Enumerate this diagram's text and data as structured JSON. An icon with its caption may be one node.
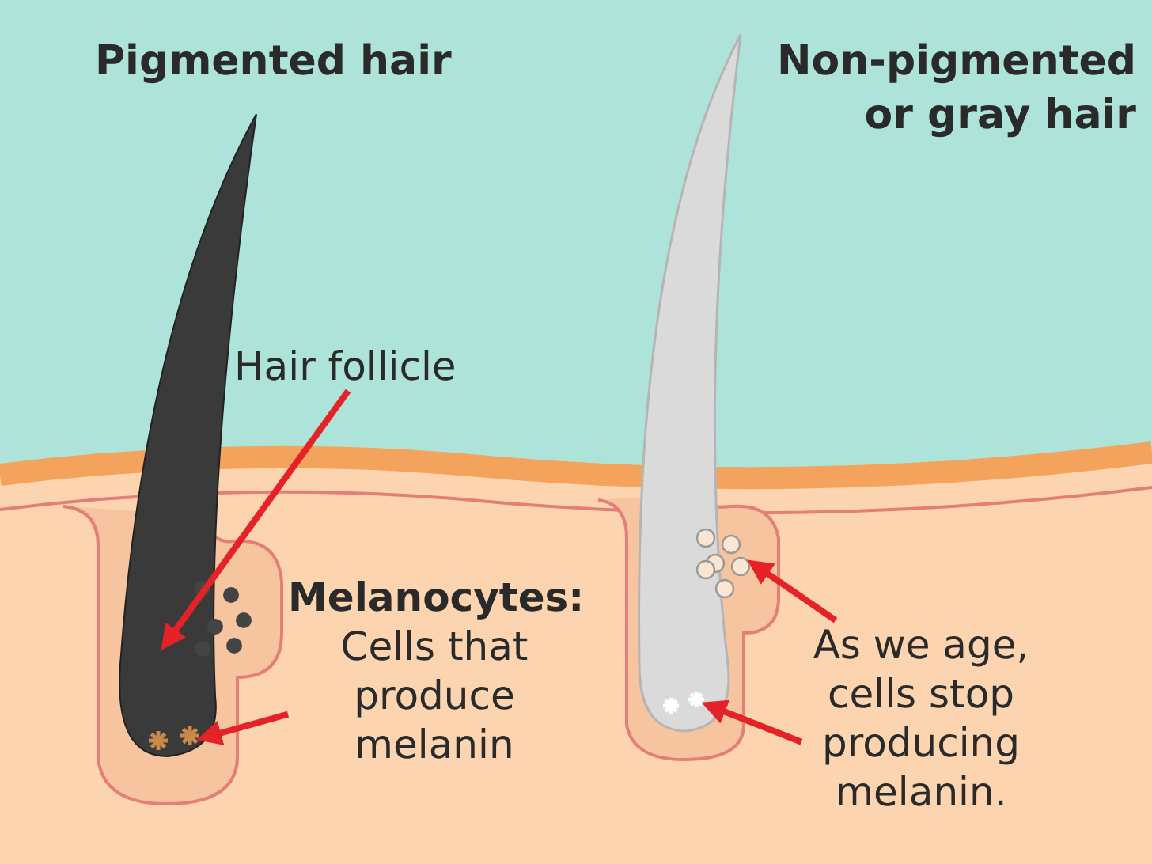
{
  "diagram": {
    "nodes": [
      {
        "text": [
          "Hair follicle"
        ]
      },
      {
        "text": [],
        "shape": "picture"
      },
      {
        "text": [
          "Melanocytes:",
          "Cells that produce melanin"
        ]
      },
      {
        "text": [],
        "shape": "picture",
        "in": 1
      },
      {
        "text": [
          "As we age, cells stop producing melanin."
        ]
      },
      {
        "text": [],
        "shape": "picture"
      },
      {
        "text": [],
        "shape": "picture"
      }
    ],
    "edges": [
      {
        "from": 0,
        "to": 1,
        "arrow": "to"
      },
      {
        "from": 2,
        "to": 3,
        "arrow": "to"
      },
      {
        "from": 4,
        "to": 5,
        "arrow": "to"
      },
      {
        "from": 4,
        "to": 6,
        "arrow": "to"
      }
    ],
    "labels": [
      "Pigmented hair",
      "Non-pigmented or gray hair"
    ]
  }
}
